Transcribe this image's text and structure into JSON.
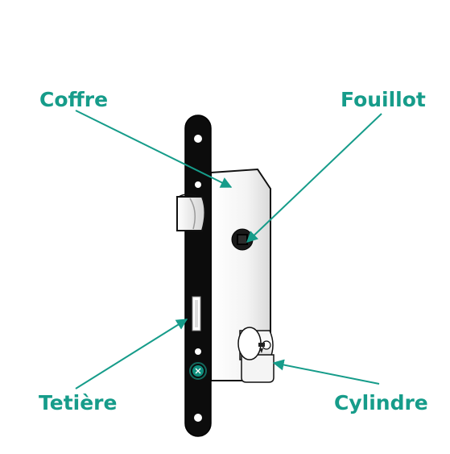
{
  "labels": {
    "coffre": "Coffre",
    "fouillot": "Fouillot",
    "tetiere": "Tetière",
    "cylindre": "Cylindre"
  },
  "colors": {
    "accent": "#169c8a",
    "outline": "#111111",
    "body": "#ffffff",
    "shade": "#cfcfcf",
    "faceplate": "#0c0c0c"
  },
  "icons": {
    "screw_hole": "circle",
    "lock_body": "mortise-lock-case",
    "cylinder": "euro-cylinder"
  }
}
